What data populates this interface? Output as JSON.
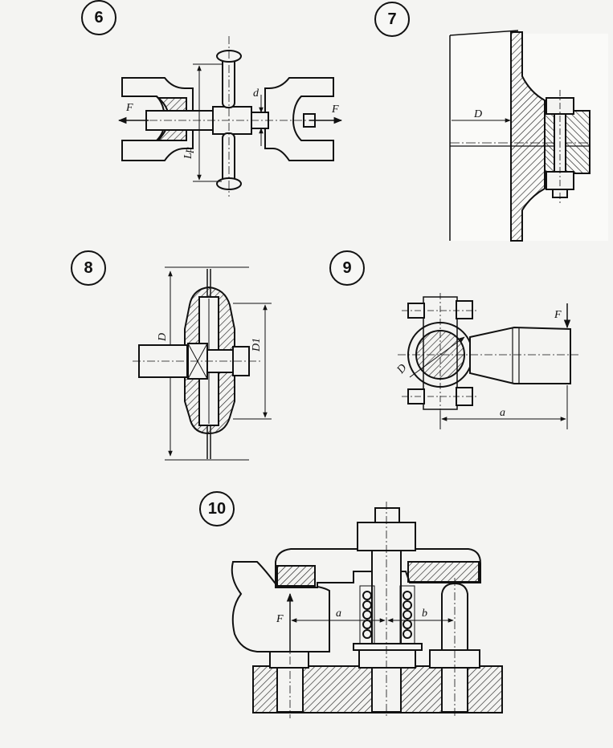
{
  "figures": [
    {
      "number": "6",
      "labels": {
        "force_left": "F",
        "force_right": "F",
        "d": "d",
        "lp": "Lp"
      }
    },
    {
      "number": "7",
      "labels": {
        "diameter": "D"
      }
    },
    {
      "number": "8",
      "labels": {
        "diameter": "D",
        "diameter1": "D1"
      }
    },
    {
      "number": "9",
      "labels": {
        "force": "F",
        "diameter": "D",
        "arm": "a"
      }
    },
    {
      "number": "10",
      "labels": {
        "force": "F",
        "a": "a",
        "b": "b"
      }
    }
  ]
}
